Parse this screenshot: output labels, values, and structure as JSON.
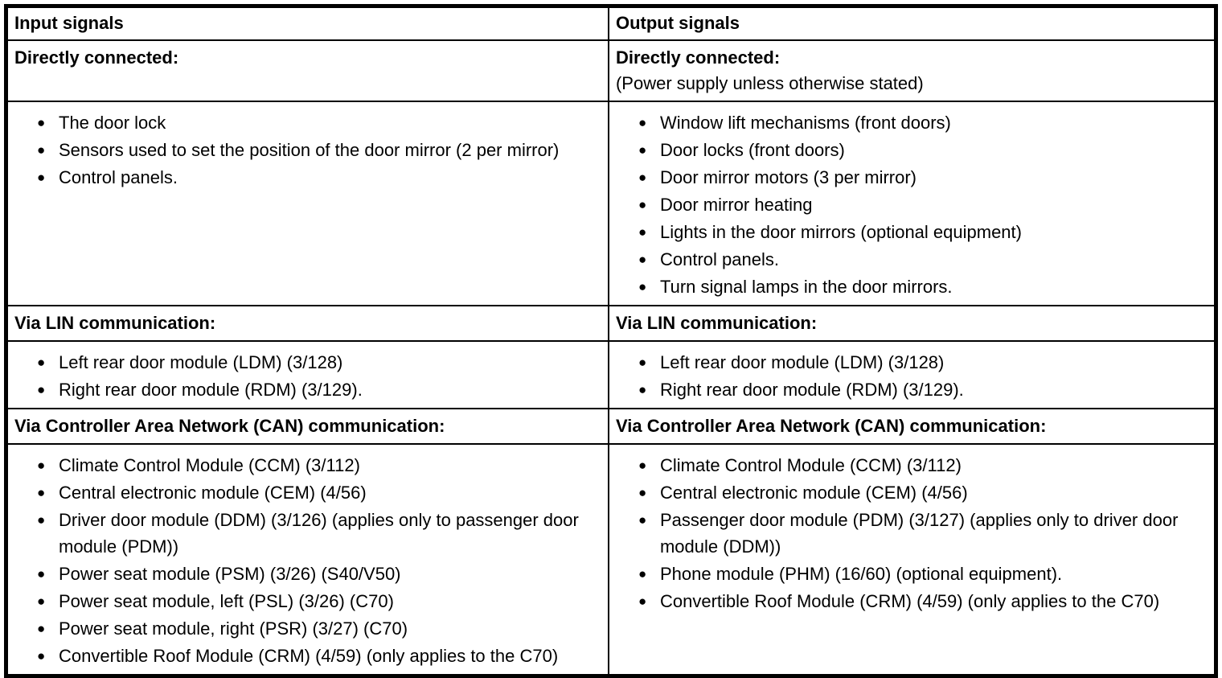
{
  "table": {
    "columns": [
      {
        "header": "Input signals",
        "sections": [
          {
            "title": "Directly connected:",
            "subtitle": "",
            "items": [
              "The door lock",
              "Sensors used to set the position of the door mirror (2 per mirror)",
              "Control panels."
            ]
          },
          {
            "title": "Via LIN communication:",
            "subtitle": "",
            "items": [
              "Left rear door module (LDM) (3/128)",
              "Right rear door module (RDM) (3/129)."
            ]
          },
          {
            "title": "Via Controller Area Network (CAN) communication:",
            "subtitle": "",
            "items": [
              "Climate Control Module (CCM) (3/112)",
              "Central electronic module (CEM) (4/56)",
              "Driver door module (DDM) (3/126) (applies only to passenger door module (PDM))",
              "Power seat module (PSM) (3/26) (S40/V50)",
              "Power seat module, left (PSL) (3/26) (C70)",
              "Power seat module, right (PSR) (3/27) (C70)",
              "Convertible Roof Module (CRM) (4/59) (only applies to the C70)"
            ]
          }
        ]
      },
      {
        "header": "Output signals",
        "sections": [
          {
            "title": "Directly connected:",
            "subtitle": "(Power supply unless otherwise stated)",
            "items": [
              "Window lift mechanisms (front doors)",
              "Door locks (front doors)",
              "Door mirror motors (3 per mirror)",
              "Door mirror heating",
              "Lights in the door mirrors (optional equipment)",
              "Control panels.",
              "Turn signal lamps in the door mirrors."
            ]
          },
          {
            "title": "Via LIN communication:",
            "subtitle": "",
            "items": [
              "Left rear door module (LDM) (3/128)",
              "Right rear door module (RDM) (3/129)."
            ]
          },
          {
            "title": "Via Controller Area Network (CAN) communication:",
            "subtitle": "",
            "items": [
              "Climate Control Module (CCM) (3/112)",
              "Central electronic module (CEM) (4/56)",
              "Passenger door module (PDM) (3/127) (applies only to driver door module (DDM))",
              "Phone module (PHM) (16/60) (optional equipment).",
              "Convertible Roof Module (CRM) (4/59) (only applies to the C70)"
            ]
          }
        ]
      }
    ]
  }
}
